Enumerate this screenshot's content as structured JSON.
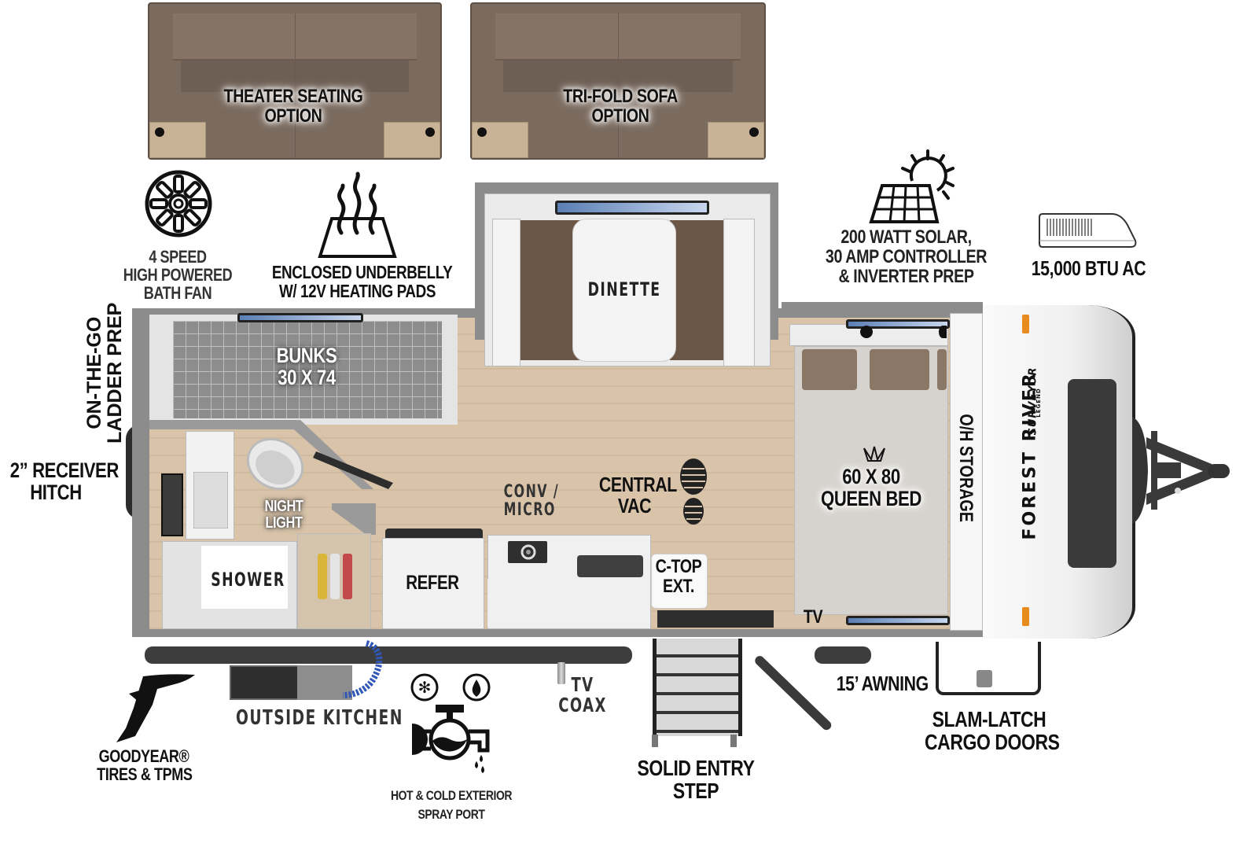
{
  "title": "Forest River Surveyor Legend Floor Plan",
  "brand": {
    "name": "FOREST RIVER",
    "model": "SURVEYOR",
    "submodel": "LEGEND"
  },
  "options": [
    {
      "id": "theater",
      "line1": "THEATER SEATING",
      "line2": "OPTION"
    },
    {
      "id": "trifold",
      "line1": "TRI-FOLD SOFA",
      "line2": "OPTION"
    }
  ],
  "features_top": {
    "bath_fan": {
      "icon": "fan-icon",
      "lines": [
        "4 SPEED",
        "HIGH POWERED",
        "BATH FAN"
      ]
    },
    "underbelly": {
      "icon": "heat-pad-icon",
      "lines": [
        "ENCLOSED UNDERBELLY",
        "W/ 12V HEATING PADS"
      ]
    },
    "solar": {
      "icon": "solar-panel-icon",
      "lines": [
        "200 WATT SOLAR,",
        "30 AMP CONTROLLER",
        "& INVERTER PREP"
      ]
    },
    "ac": {
      "icon": "ac-unit-icon",
      "lines": [
        "15,000 BTU AC"
      ]
    }
  },
  "features_side": {
    "ladder": {
      "lines": [
        "ON-THE-GO",
        "LADDER PREP"
      ]
    },
    "hitch": {
      "lines": [
        "2” RECEIVER",
        "HITCH"
      ]
    }
  },
  "rooms": {
    "bunks": {
      "lines": [
        "BUNKS",
        "30 X 74"
      ]
    },
    "dinette": {
      "label": "DINETTE"
    },
    "night_light": {
      "lines": [
        "NIGHT",
        "LIGHT"
      ]
    },
    "shower": {
      "label": "SHOWER"
    },
    "refer": {
      "label": "REFER"
    },
    "conv_micro": {
      "lines": [
        "CONV /",
        "MICRO"
      ]
    },
    "central_vac": {
      "lines": [
        "CENTRAL",
        "VAC"
      ],
      "icon": "boot-print-icon"
    },
    "ctop": {
      "lines": [
        "C-TOP",
        "EXT."
      ]
    },
    "queen_bed": {
      "lines": [
        "60 X 80",
        "QUEEN BED"
      ],
      "icon": "crown-icon"
    },
    "oh_storage": {
      "label": "O/H STORAGE"
    },
    "tv": {
      "label": "TV"
    }
  },
  "features_bottom": {
    "goodyear": {
      "icon": "winged-foot-icon",
      "lines": [
        "GOODYEAR®",
        "TIRES & TPMS"
      ]
    },
    "outside_kitchen": {
      "label": "OUTSIDE KITCHEN"
    },
    "spray_port": {
      "icon": "faucet-icon",
      "lines": [
        "HOT & COLD EXTERIOR",
        "SPRAY PORT"
      ]
    },
    "tv_coax": {
      "lines": [
        "TV",
        "COAX"
      ]
    },
    "entry_step": {
      "lines": [
        "SOLID ENTRY",
        "STEP"
      ]
    },
    "awning": {
      "label": "15’ AWNING"
    },
    "cargo_doors": {
      "lines": [
        "SLAM-LATCH",
        "CARGO DOORS"
      ]
    }
  }
}
